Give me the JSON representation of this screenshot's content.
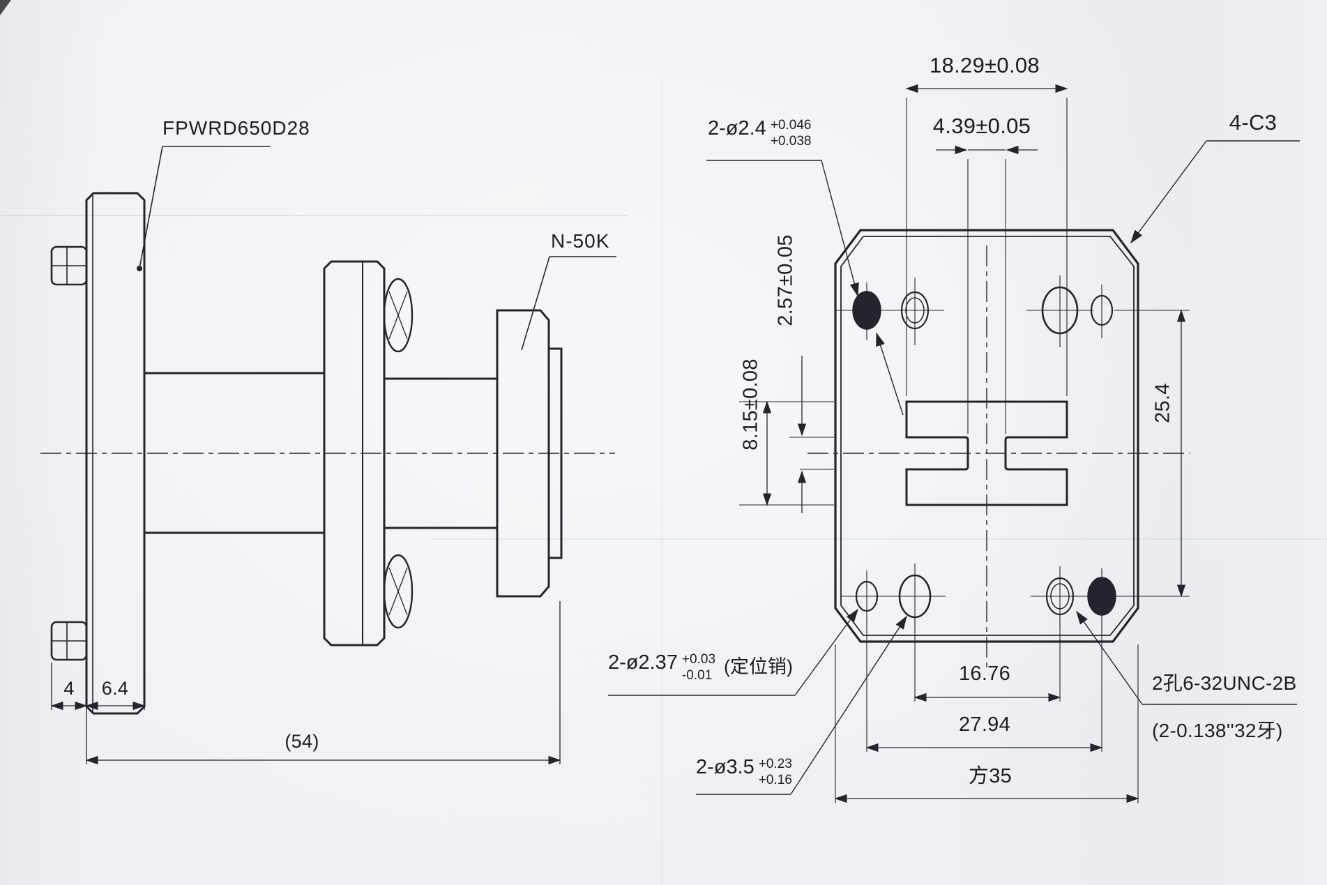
{
  "colors": {
    "paper": "#edeff4",
    "ink": "#23242c"
  },
  "drawing": {
    "left_view": {
      "part_label": "FPWRD650D28",
      "connector_label": "N-50K",
      "dim_pin_length": "4",
      "dim_flange_thickness": "6.4",
      "dim_overall_length": "(54)"
    },
    "right_view": {
      "dim_aperture_width": "18.29±0.08",
      "dim_ridge_width": "4.39±0.05",
      "chamfer_label": "4-C3",
      "dowel_holes": {
        "label": "2-ø2.4",
        "tol_upper": "+0.046",
        "tol_lower": "+0.038"
      },
      "dim_ridge_gap": "2.57±0.05",
      "dim_aperture_height": "8.15±0.08",
      "dim_hole_spacing_vertical": "25.4",
      "locating_pin_holes": {
        "label": "2-ø2.37",
        "tol_upper": "+0.03",
        "tol_lower": "-0.01",
        "suffix": "(定位销)"
      },
      "clearance_holes": {
        "label": "2-ø3.5",
        "tol_upper": "+0.23",
        "tol_lower": "+0.16"
      },
      "threaded_holes": {
        "line1": "2孔6-32UNC-2B",
        "line2": "(2-0.138''32牙)"
      },
      "dim_hole_spacing_horizontal": "16.76",
      "dim_hole_spacing_outer": "27.94",
      "dim_square_size": "方35"
    }
  }
}
